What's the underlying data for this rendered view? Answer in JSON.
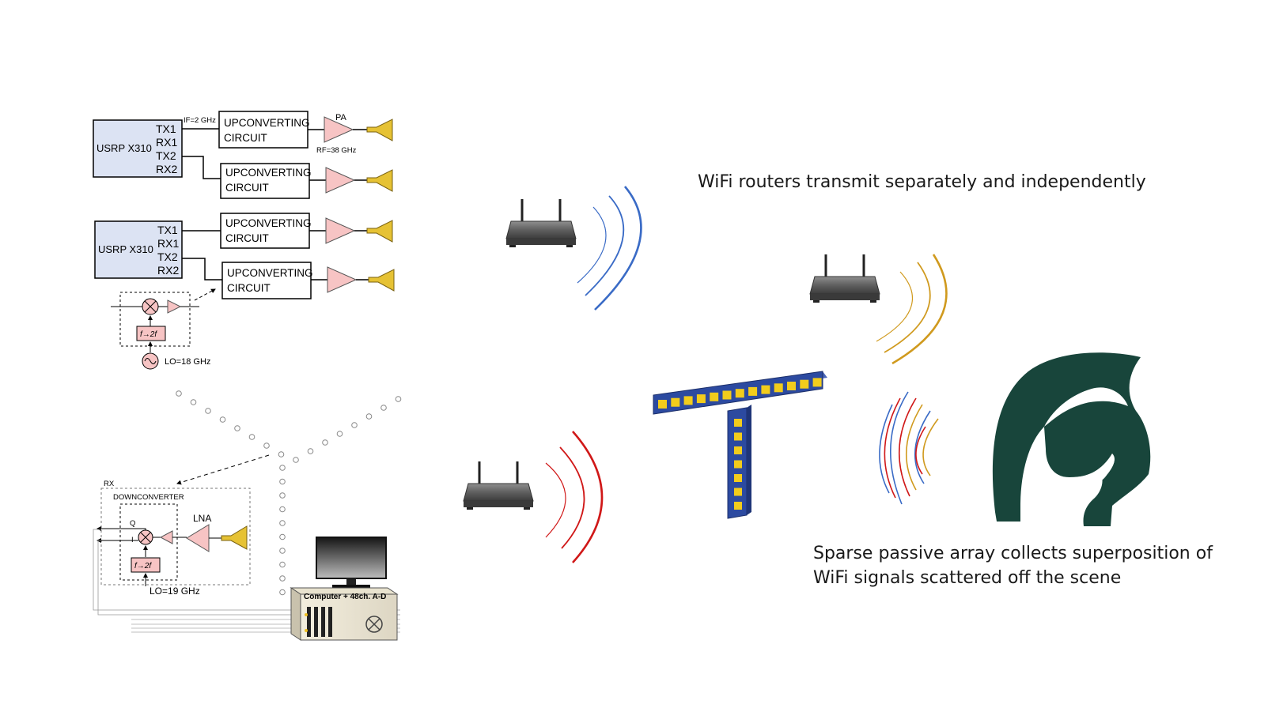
{
  "tx_chain": {
    "usrp_label": "USRP X310",
    "ports": [
      "TX1",
      "RX1",
      "TX2",
      "RX2"
    ],
    "if_label": "IF=2 GHz",
    "rf_label": "RF=38 GHz",
    "pa_label": "PA",
    "upconv_line1": "UPCONVERTING",
    "upconv_line2": "CIRCUIT",
    "doubler_label": "f→2f",
    "lo_label": "LO=18 GHz"
  },
  "rx_chain": {
    "rx_label": "RX",
    "downconverter_label": "DOWNCONVERTER",
    "q_label": "Q",
    "i_label": "I",
    "lna_label": "LNA",
    "doubler_label": "f→2f",
    "lo_label": "LO=19 GHz",
    "computer_label": "Computer + 48ch. A-D"
  },
  "captions": {
    "routers": "WiFi routers transmit separately and independently",
    "array_line1": "Sparse passive array collects superposition of",
    "array_line2": "WiFi signals scattered off the scene"
  },
  "colors": {
    "usrp_fill": "#dce3f3",
    "amp_fill": "#f7c4c4",
    "horn_fill": "#e6c234",
    "wave_blue": "#3a6bc6",
    "wave_red": "#d01818",
    "wave_gold": "#d09a1e",
    "array_body": "#2c4aa0",
    "array_element": "#f2cc1c",
    "logo_green": "#18453b",
    "router_body": "#6b6b6b"
  },
  "icons": [
    "router-icon",
    "horn-antenna-icon",
    "mixer-icon",
    "oscillator-icon",
    "computer-icon",
    "spartan-helmet-logo"
  ]
}
